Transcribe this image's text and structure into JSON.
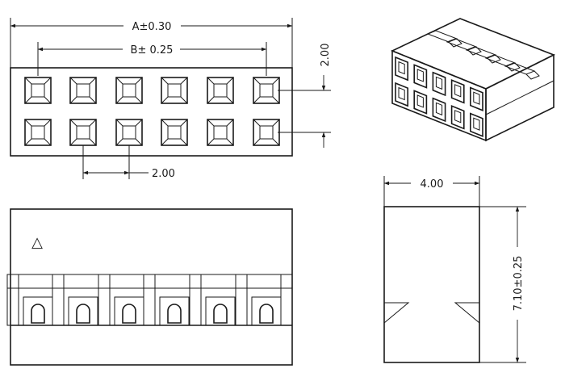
{
  "dimensions": {
    "top_view": {
      "overall_width": "A±0.30",
      "pin_span": "B± 0.25",
      "row_pitch": "2.00",
      "pin_pitch": "2.00"
    },
    "side_view": {
      "width": "4.00",
      "height": "7.10±0.25"
    }
  },
  "front_view": {
    "polarity_mark": "△"
  }
}
